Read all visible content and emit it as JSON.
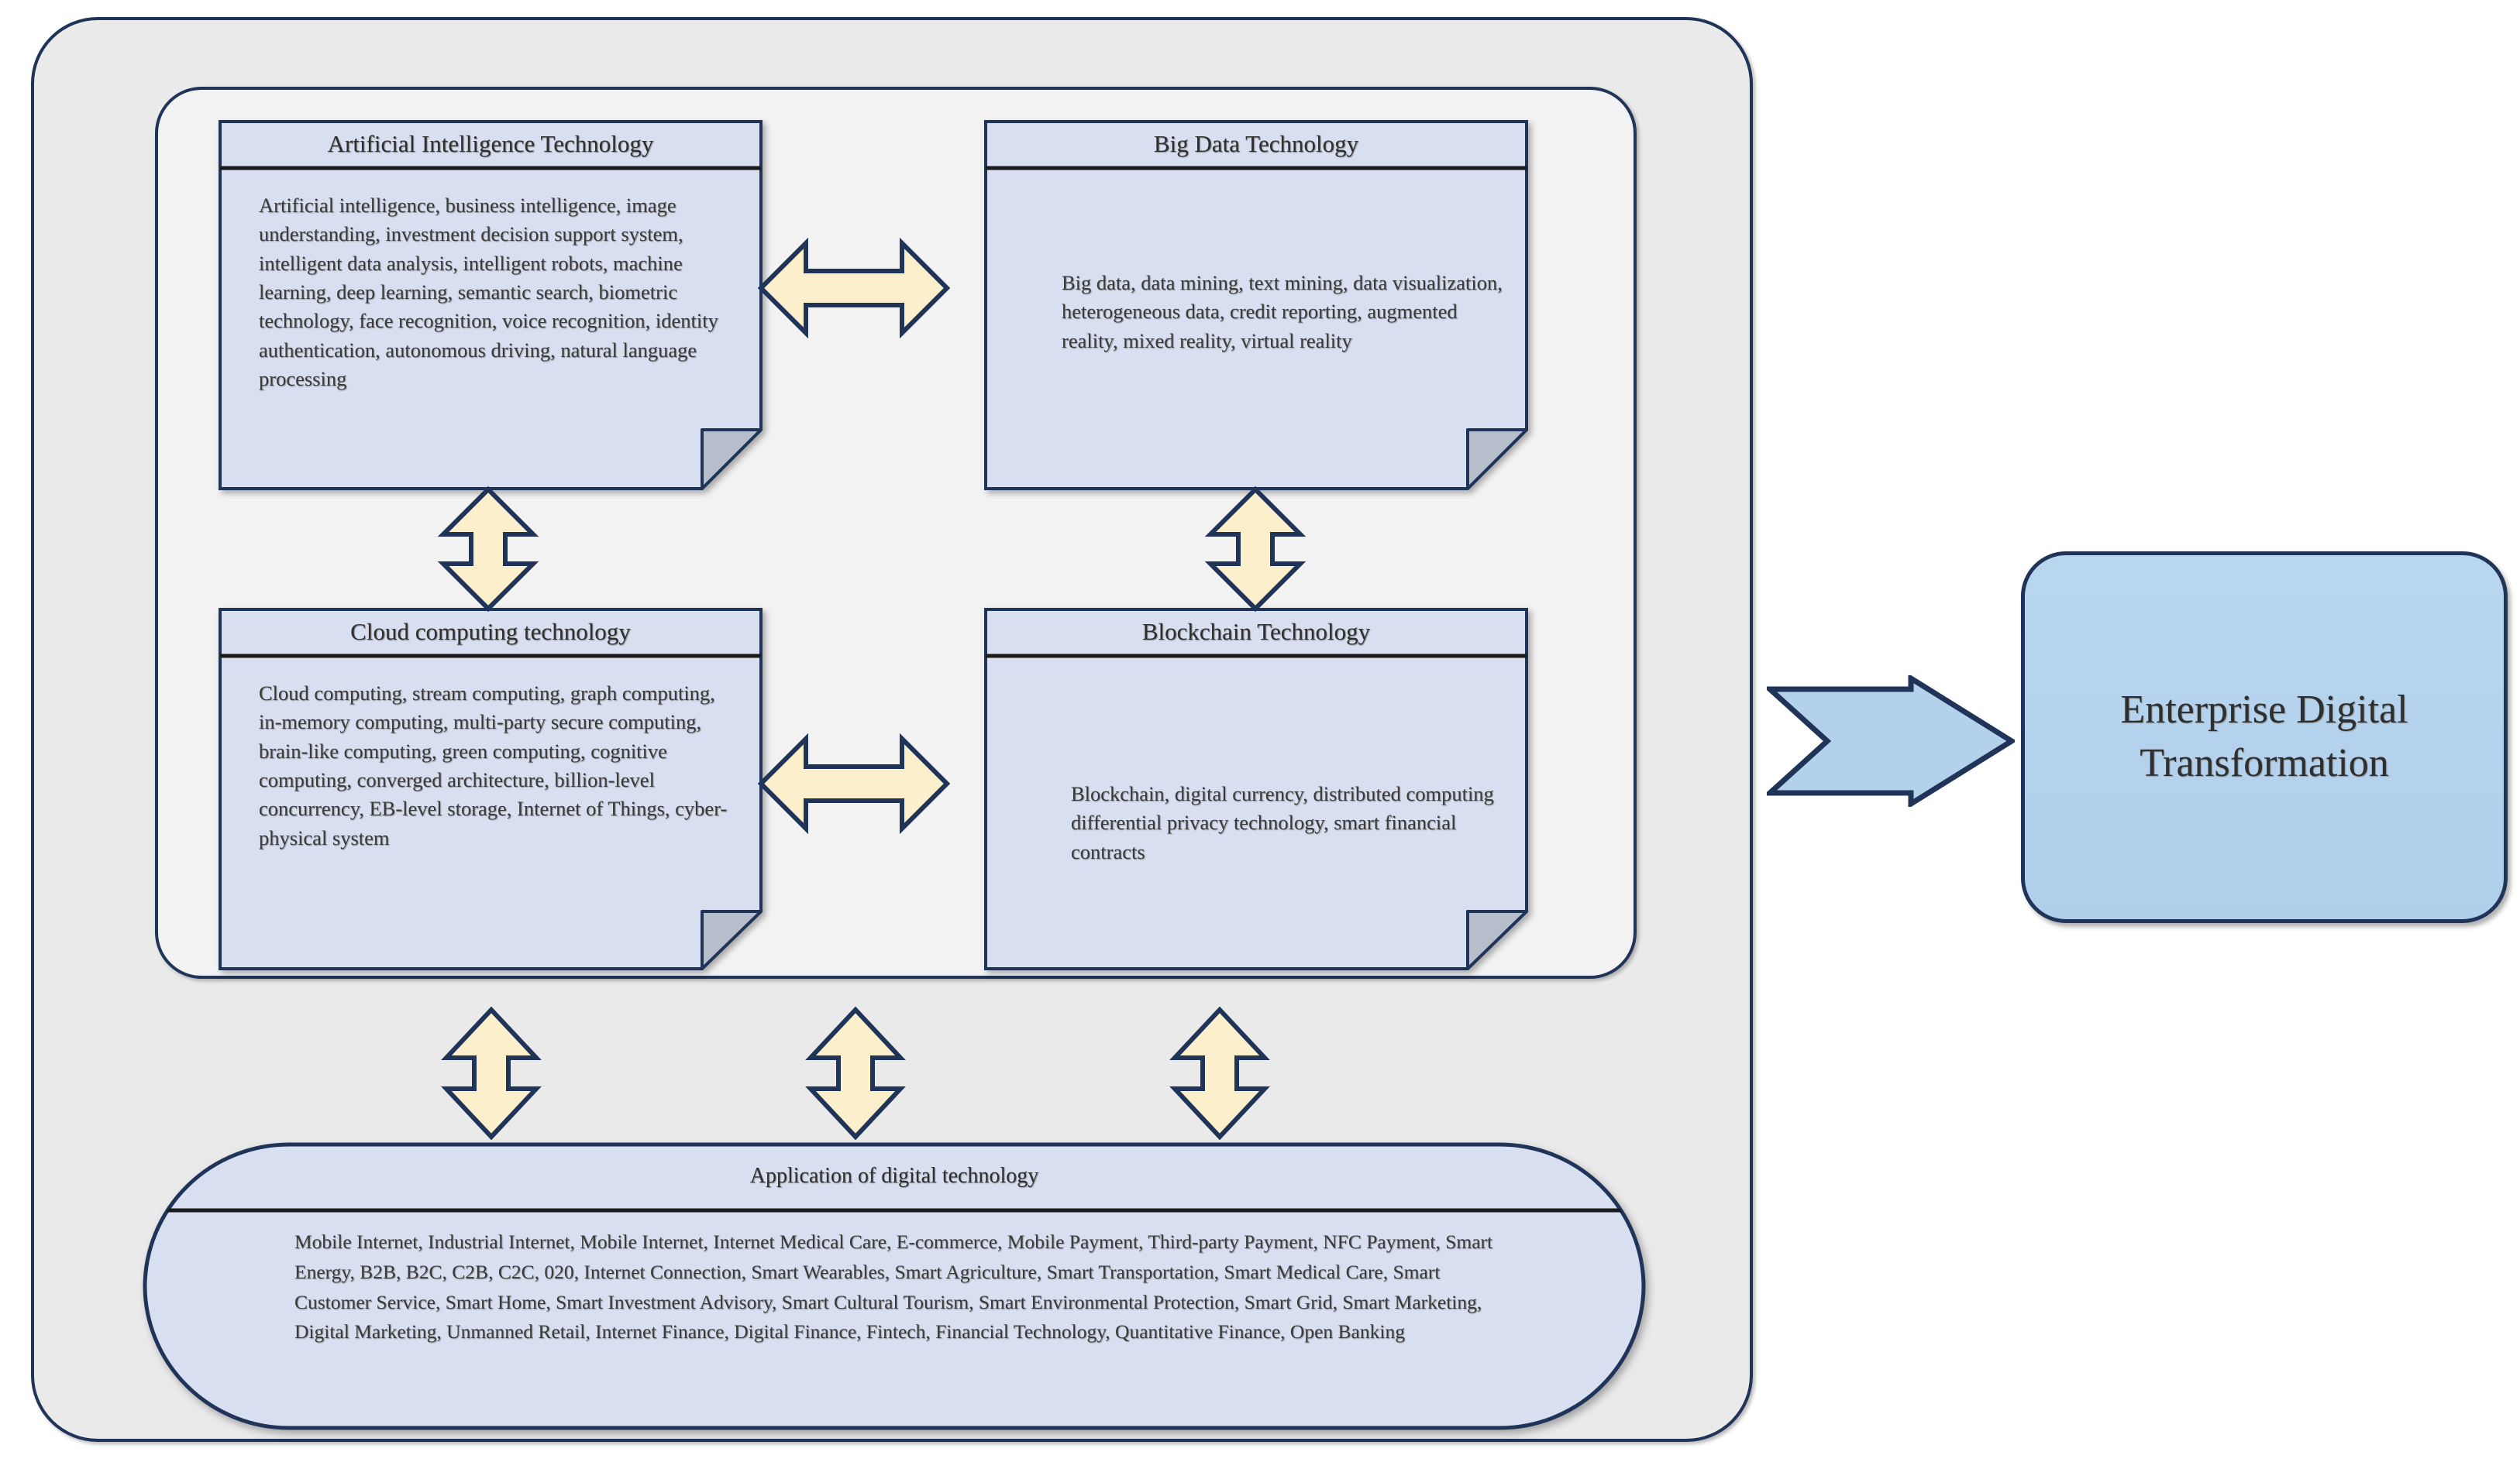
{
  "diagram": {
    "title_implied": "Digital technology framework driving Enterprise Digital Transformation",
    "colors": {
      "card_fill": "#d7dff1",
      "card_border": "#1f3458",
      "outer_container_fill": "#eaeaea",
      "inner_container_fill": "#f2f2f2",
      "arrow_fill": "#fcefcc",
      "arrow_border": "#1f3458",
      "result_fill": "#b4d1ec",
      "fold_fill": "#b6bdcb",
      "text": "#3a3a3a"
    }
  },
  "cards": {
    "ai": {
      "title": "Artificial Intelligence Technology",
      "body": "Artificial intelligence, business intelligence, image understanding, investment decision support system, intelligent data analysis, intelligent robots, machine learning, deep learning, semantic search, biometric technology, face recognition, voice recognition, identity authentication, autonomous driving, natural language processing"
    },
    "big_data": {
      "title": "Big Data Technology",
      "body": "Big data, data mining, text mining, data visualization, heterogeneous data, credit reporting, augmented reality, mixed reality, virtual reality"
    },
    "cloud": {
      "title": "Cloud computing technology",
      "body": "Cloud computing, stream computing, graph computing, in-memory computing, multi-party secure computing, brain-like computing, green computing, cognitive computing, converged architecture, billion-level concurrency, EB-level storage, Internet of Things, cyber-physical system"
    },
    "blockchain": {
      "title": "Blockchain Technology",
      "body": "Blockchain, digital currency, distributed computing differential privacy technology, smart financial contracts"
    }
  },
  "application": {
    "title": "Application of digital technology",
    "body": "Mobile Internet, Industrial Internet, Mobile Internet, Internet Medical Care, E-commerce, Mobile Payment, Third-party Payment, NFC Payment, Smart Energy, B2B, B2C, C2B, C2C, 020, Internet Connection, Smart Wearables, Smart Agriculture, Smart Transportation, Smart Medical Care, Smart Customer Service, Smart Home, Smart Investment Advisory, Smart Cultural Tourism, Smart Environmental Protection, Smart Grid, Smart Marketing, Digital Marketing, Unmanned Retail, Internet Finance, Digital Finance, Fintech, Financial Technology, Quantitative Finance, Open Banking"
  },
  "result": {
    "label": "Enterprise Digital Transformation"
  },
  "connectors": {
    "ai_bigdata": "bidirectional-horizontal-arrow",
    "cloud_blockchain": "bidirectional-horizontal-arrow",
    "ai_cloud": "bidirectional-vertical-arrow",
    "bigdata_blockchain": "bidirectional-vertical-arrow",
    "tech_to_application_left": "bidirectional-vertical-arrow",
    "tech_to_application_center": "bidirectional-vertical-arrow",
    "tech_to_application_right": "bidirectional-vertical-arrow",
    "framework_to_result": "right-chevron-arrow"
  }
}
